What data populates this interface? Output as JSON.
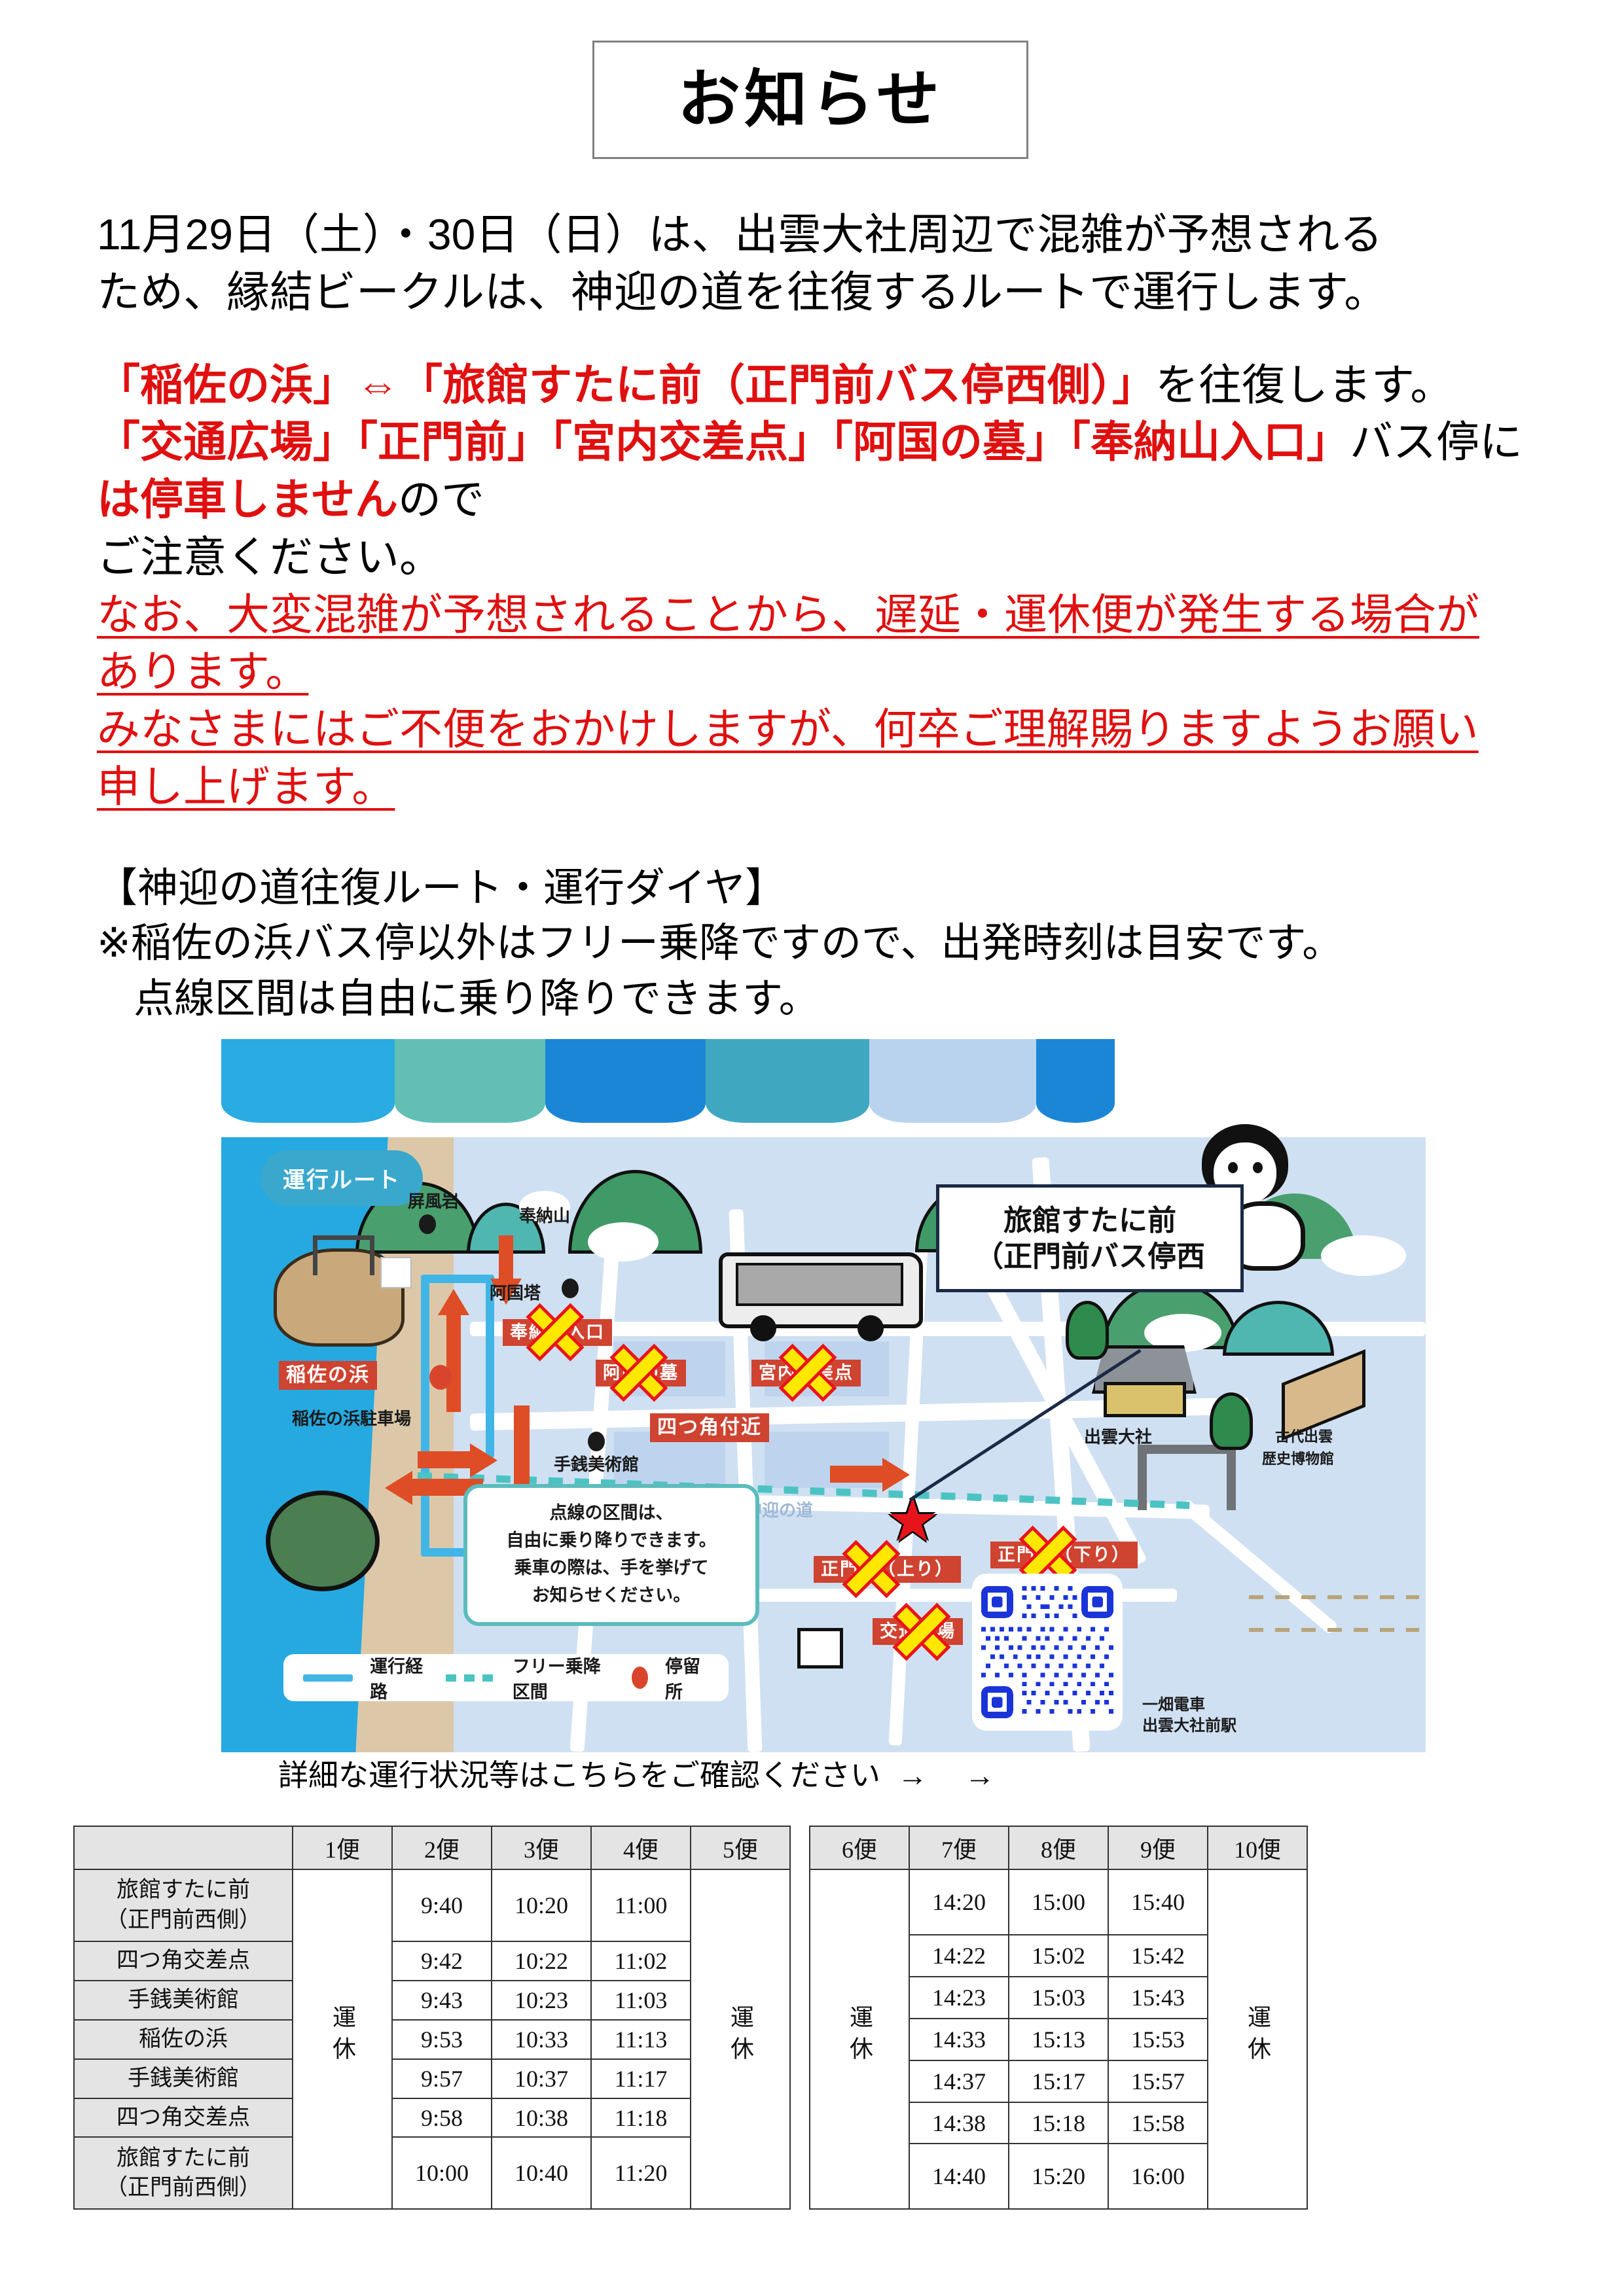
{
  "title": {
    "text": "お知らせ"
  },
  "intro": {
    "line1": "11月29日（土）・30日（日）は、出雲大社周辺で混雑が予想される",
    "line2": "ため、縁結ビークルは、神迎の道を往復するルートで運行します。"
  },
  "notice": {
    "l1_red": "「稲佐の浜」⇔「旅館すたに前（正門前バス停西側）」",
    "l1_black": "を往復します。",
    "l2_red": "「交通広場」「正門前」「宮内交差点」「阿国の墓」「奉納山入口」",
    "l2_black": "バス停に",
    "l3_red": "は停車しません",
    "l3_black": "ので",
    "l4_black": "ご注意ください。",
    "l5": "なお、大変混雑が予想されることから、遅延・運休便が発生する場合が",
    "l6": "あります。",
    "l7": "みなさまにはご不便をおかけしますが、何卒ご理解賜りますようお願い",
    "l8": "申し上げます。"
  },
  "diagram_note": {
    "heading": "【神迎の道往復ルート・運行ダイヤ】",
    "line1": "※稲佐の浜バス停以外はフリー乗降ですので、出発時刻は目安です。",
    "line2": "点線区間は自由に乗り降りできます。"
  },
  "map": {
    "route_bubble": "運行ルート",
    "landmarks": [
      {
        "name": "屏風岩"
      },
      {
        "name": "奉納山"
      },
      {
        "name": "阿国塔"
      },
      {
        "name": "稲佐の浜駐車場"
      },
      {
        "name": "手銭美術館"
      },
      {
        "name": "出雲大社"
      },
      {
        "name": "古代出雲"
      },
      {
        "name": "歴史博物館"
      },
      {
        "name": "神迎の道"
      }
    ],
    "stop_labels": [
      {
        "name": "稲佐の浜",
        "skipped": false
      },
      {
        "name": "奉納山入口",
        "skipped": true
      },
      {
        "name": "阿国の墓",
        "skipped": true
      },
      {
        "name": "宮内交差点",
        "skipped": true
      },
      {
        "name": "四つ角付近",
        "skipped": false
      },
      {
        "name": "正門前（上り）",
        "skipped": true
      },
      {
        "name": "正門前（下り）",
        "skipped": true
      },
      {
        "name": "交通広場",
        "skipped": true
      }
    ],
    "info_box": [
      "点線の区間は、",
      "自由に乗り降りできます。",
      "乗車の際は、手を挙げて",
      "お知らせください。"
    ],
    "legend": [
      {
        "label": "運行経路",
        "style": "solid-line"
      },
      {
        "label": "フリー乗降区間",
        "style": "dotted-line"
      },
      {
        "label": "停留所",
        "style": "red-dot"
      }
    ],
    "callout": {
      "line1": "旅館すたに前",
      "line2": "（正門前バス停西"
    },
    "qr_caption": {
      "line1": "一畑電車",
      "line2": "出雲大社前駅"
    },
    "link_text": "詳細な運行状況等はこちらをご確認ください",
    "link_arrows": "→ →"
  },
  "timetable": {
    "stops": [
      "旅館すたに前\n（正門前西側）",
      "四つ角交差点",
      "手銭美術館",
      "稲佐の浜",
      "手銭美術館",
      "四つ角交差点",
      "旅館すたに前\n（正門前西側）"
    ],
    "suspended_label": "運休",
    "left": {
      "columns": [
        "1便",
        "2便",
        "3便",
        "4便",
        "5便"
      ],
      "suspended_columns": [
        "1便",
        "5便"
      ],
      "rows": [
        {
          "stop": "旅館すたに前（正門前西側）",
          "times": [
            "",
            "9:40",
            "10:20",
            "11:00",
            ""
          ]
        },
        {
          "stop": "四つ角交差点",
          "times": [
            "",
            "9:42",
            "10:22",
            "11:02",
            ""
          ]
        },
        {
          "stop": "手銭美術館",
          "times": [
            "",
            "9:43",
            "10:23",
            "11:03",
            ""
          ]
        },
        {
          "stop": "稲佐の浜",
          "times": [
            "",
            "9:53",
            "10:33",
            "11:13",
            ""
          ]
        },
        {
          "stop": "手銭美術館",
          "times": [
            "",
            "9:57",
            "10:37",
            "11:17",
            ""
          ]
        },
        {
          "stop": "四つ角交差点",
          "times": [
            "",
            "9:58",
            "10:38",
            "11:18",
            ""
          ]
        },
        {
          "stop": "旅館すたに前（正門前西側）",
          "times": [
            "",
            "10:00",
            "10:40",
            "11:20",
            ""
          ]
        }
      ]
    },
    "right": {
      "columns": [
        "6便",
        "7便",
        "8便",
        "9便",
        "10便"
      ],
      "suspended_columns": [
        "6便",
        "10便"
      ],
      "rows": [
        {
          "stop": "旅館すたに前（正門前西側）",
          "times": [
            "",
            "14:20",
            "15:00",
            "15:40",
            ""
          ]
        },
        {
          "stop": "四つ角交差点",
          "times": [
            "",
            "14:22",
            "15:02",
            "15:42",
            ""
          ]
        },
        {
          "stop": "手銭美術館",
          "times": [
            "",
            "14:23",
            "15:03",
            "15:43",
            ""
          ]
        },
        {
          "stop": "稲佐の浜",
          "times": [
            "",
            "14:33",
            "15:13",
            "15:53",
            ""
          ]
        },
        {
          "stop": "手銭美術館",
          "times": [
            "",
            "14:37",
            "15:17",
            "15:57",
            ""
          ]
        },
        {
          "stop": "四つ角交差点",
          "times": [
            "",
            "14:38",
            "15:18",
            "15:58",
            ""
          ]
        },
        {
          "stop": "旅館すたに前（正門前西側）",
          "times": [
            "",
            "14:40",
            "15:20",
            "16:00",
            ""
          ]
        }
      ]
    }
  },
  "colors": {
    "red_text": "#e01010",
    "stop_label_bg": "#cf4331",
    "x_mark": "#ffe800",
    "route_line": "#41b6e6",
    "free_section": "#4cc3c3",
    "sea": "#26a9e0"
  }
}
